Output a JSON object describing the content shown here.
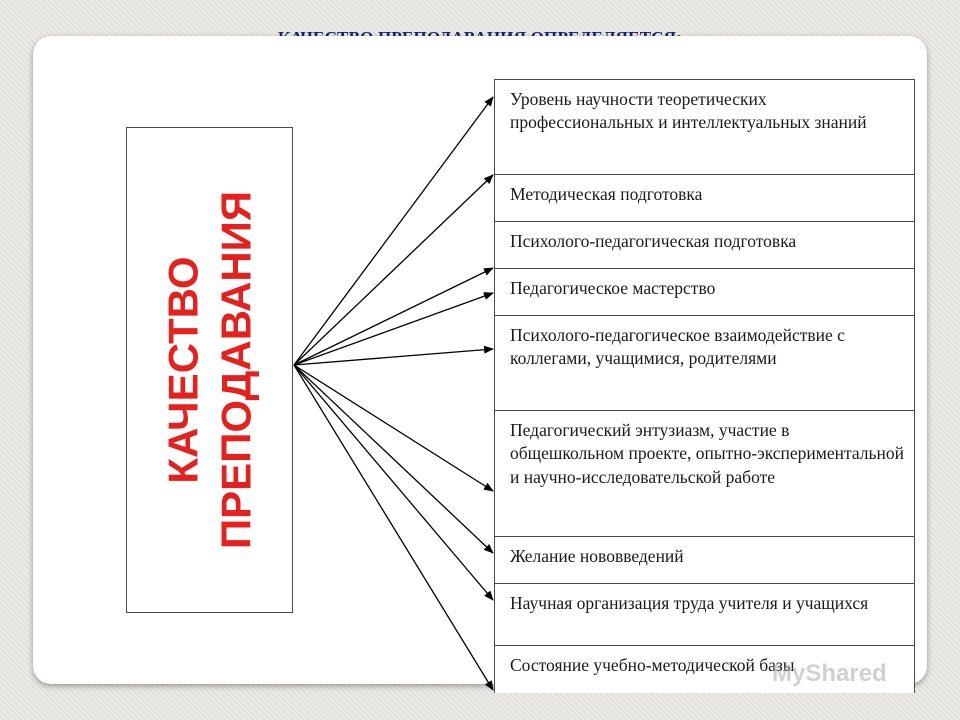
{
  "title": "КАЧЕСТВО ПРЕПОДАВАНИЯ ОПРЕДЕЛЯЕТСЯ:",
  "central": {
    "line1": "КАЧЕСТВО",
    "line2": "ПРЕПОДАВАНИЯ"
  },
  "items": [
    "Уровень научности теоретических профессиональных и интеллектуальных знаний",
    "Методическая подготовка",
    "Психолого-педагогическая подготовка",
    "Педагогическое мастерство",
    "Психолого-педагогическое взаимодействие с коллегами, учащимися, родителями",
    "Педагогический энтузиазм, участие в общешкольном проекте, опытно-экспериментальной и научно-исследовательской работе",
    "Желание нововведений",
    "Научная организация труда учителя и учащихся",
    "Состояние учебно-методической базы"
  ],
  "watermark": "MyShared"
}
